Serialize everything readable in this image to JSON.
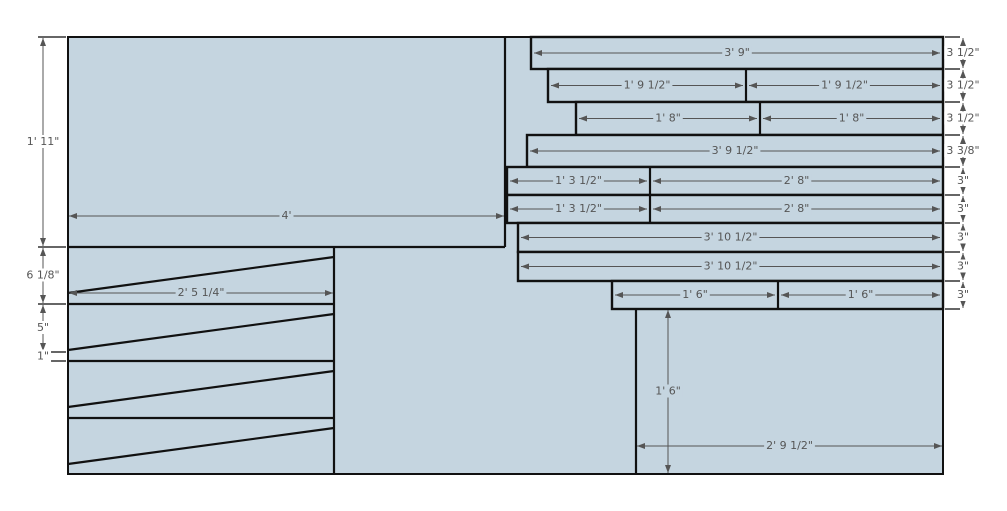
{
  "colors": {
    "panel": "#c5d5e0",
    "edge": "#111111",
    "dimension": "#555555"
  },
  "dimensions": {
    "left_height_main": "1' 11\"",
    "left_height_strip": "6 1/8\"",
    "left_height_gap": "5\"",
    "left_height_small": "1\"",
    "main_width": "4'",
    "strip_width": "2' 5 1/4\"",
    "lower_right_height": "1' 6\"",
    "lower_right_width": "2' 9 1/2\"",
    "rows": [
      {
        "pieces": [
          "3' 9\""
        ],
        "height": "3 1/2\""
      },
      {
        "pieces": [
          "1' 9 1/2\"",
          "1' 9 1/2\""
        ],
        "height": "3 1/2\""
      },
      {
        "pieces": [
          "1' 8\"",
          "1' 8\""
        ],
        "height": "3 1/2\""
      },
      {
        "pieces": [
          "3' 9 1/2\""
        ],
        "height": "3 3/8\""
      },
      {
        "pieces": [
          "1' 3 1/2\"",
          "2' 8\""
        ],
        "height": "3\""
      },
      {
        "pieces": [
          "1' 3 1/2\"",
          "2' 8\""
        ],
        "height": "3\""
      },
      {
        "pieces": [
          "3' 10 1/2\""
        ],
        "height": "3\""
      },
      {
        "pieces": [
          "3' 10 1/2\""
        ],
        "height": "3\""
      },
      {
        "pieces": [
          "1' 6\"",
          "1' 6\""
        ],
        "height": "3\""
      }
    ]
  }
}
